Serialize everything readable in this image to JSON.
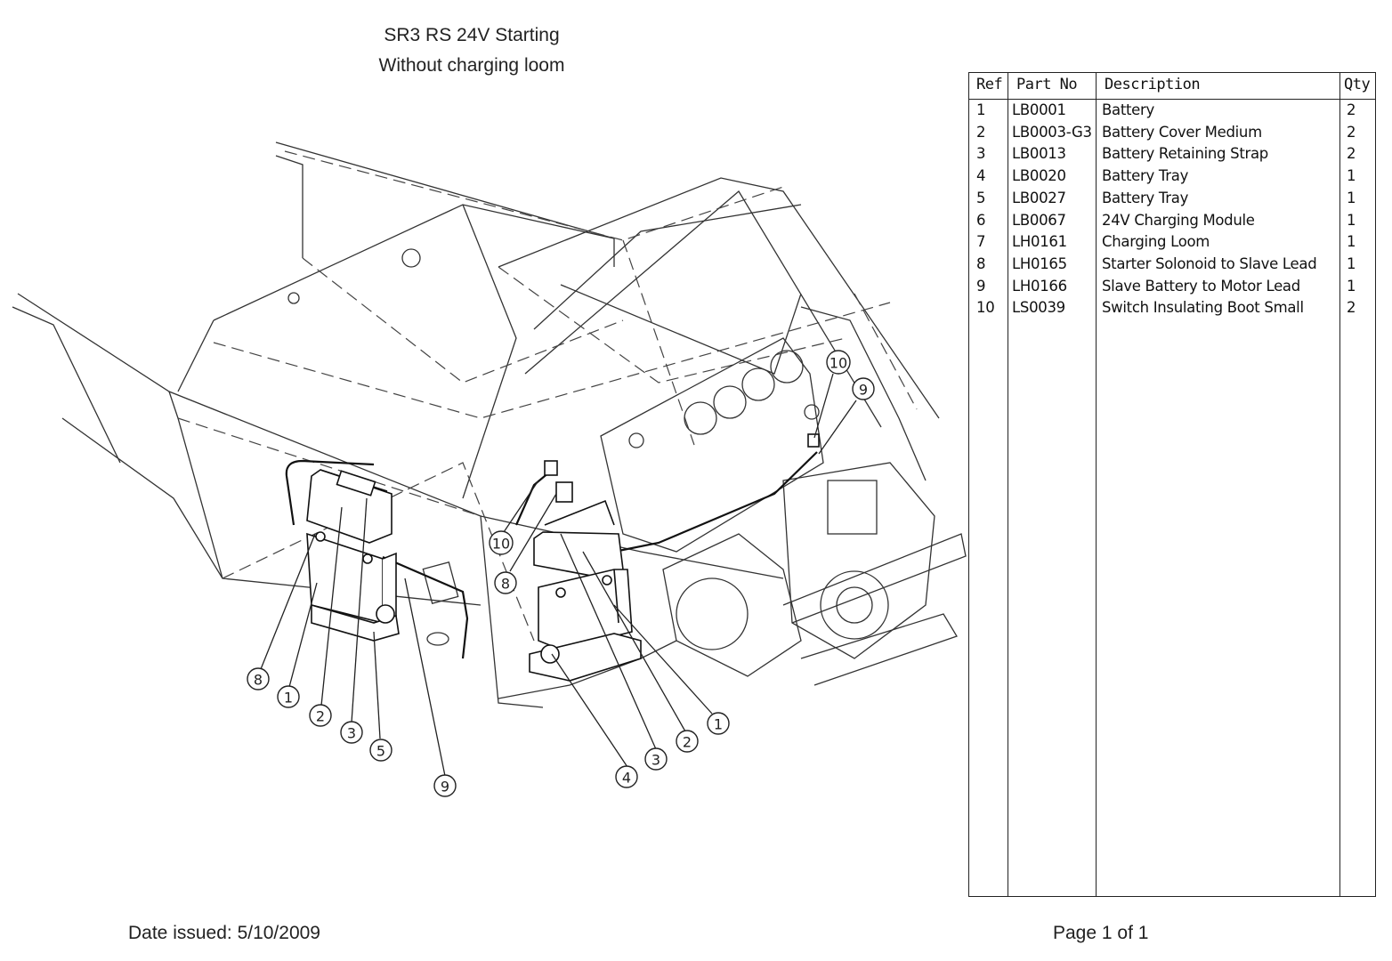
{
  "title": "SR3 RS 24V Starting",
  "subtitle": "Without charging loom",
  "table": {
    "headers": {
      "ref": "Ref",
      "part_no": "Part No",
      "description": "Description",
      "qty": "Qty"
    },
    "rows": [
      {
        "ref": "1",
        "part_no": "LB0001",
        "description": "Battery",
        "qty": "2"
      },
      {
        "ref": "2",
        "part_no": "LB0003-G3",
        "description": "Battery Cover Medium",
        "qty": "2"
      },
      {
        "ref": "3",
        "part_no": "LB0013",
        "description": "Battery Retaining Strap",
        "qty": "2"
      },
      {
        "ref": "4",
        "part_no": "LB0020",
        "description": "Battery Tray",
        "qty": "1"
      },
      {
        "ref": "5",
        "part_no": "LB0027",
        "description": "Battery Tray",
        "qty": "1"
      },
      {
        "ref": "6",
        "part_no": "LB0067",
        "description": "24V Charging Module",
        "qty": "1"
      },
      {
        "ref": "7",
        "part_no": "LH0161",
        "description": "Charging Loom",
        "qty": "1"
      },
      {
        "ref": "8",
        "part_no": "LH0165",
        "description": "Starter Solonoid to Slave Lead",
        "qty": "1"
      },
      {
        "ref": "9",
        "part_no": "LH0166",
        "description": "Slave Battery to Motor Lead",
        "qty": "1"
      },
      {
        "ref": "10",
        "part_no": "LS0039",
        "description": "Switch Insulating Boot Small",
        "qty": "2"
      }
    ]
  },
  "callouts": {
    "c8a": "8",
    "c1a": "1",
    "c2a": "2",
    "c3a": "3",
    "c5": "5",
    "c9a": "9",
    "c4": "4",
    "c3b": "3",
    "c2b": "2",
    "c1b": "1",
    "c10a": "10",
    "c8b": "8",
    "c10b": "10",
    "c9b": "9"
  },
  "footer": {
    "date": "Date issued: 5/10/2009",
    "page": "Page 1 of 1"
  }
}
